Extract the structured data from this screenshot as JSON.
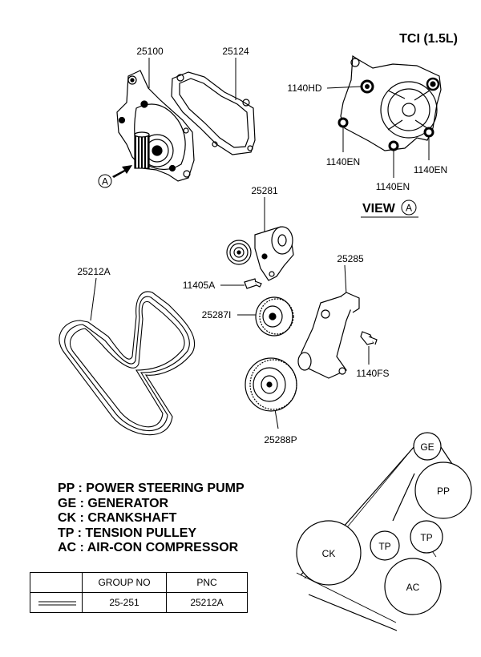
{
  "header": {
    "engine": "TCI (1.5L)"
  },
  "view": {
    "label": "VIEW",
    "marker": "A"
  },
  "callouts": {
    "water_pump": "25100",
    "gasket": "25124",
    "bolt_hd": "1140HD",
    "bolt_en_1": "1140EN",
    "bolt_en_2": "1140EN",
    "bolt_en_3": "1140EN",
    "tensioner": "25281",
    "bracket": "25285",
    "belt": "25212A",
    "bolt_405": "11405A",
    "idler": "25287I",
    "pulley": "25288P",
    "bolt_fs": "1140FS",
    "arrow_marker": "A"
  },
  "pulleys": {
    "ge": "GE",
    "pp": "PP",
    "tp1": "TP",
    "tp2": "TP",
    "ck": "CK",
    "ac": "AC"
  },
  "legend": [
    {
      "code": "PP",
      "text": "POWER STEERING PUMP"
    },
    {
      "code": "GE",
      "text": "GENERATOR"
    },
    {
      "code": "CK",
      "text": "CRANKSHAFT"
    },
    {
      "code": "TP",
      "text": "TENSION PULLEY"
    },
    {
      "code": "AC",
      "text": "AIR-CON COMPRESSOR"
    }
  ],
  "table": {
    "headers": [
      "",
      "GROUP NO",
      "PNC"
    ],
    "row": {
      "group_no": "25-251",
      "pnc": "25212A"
    }
  }
}
